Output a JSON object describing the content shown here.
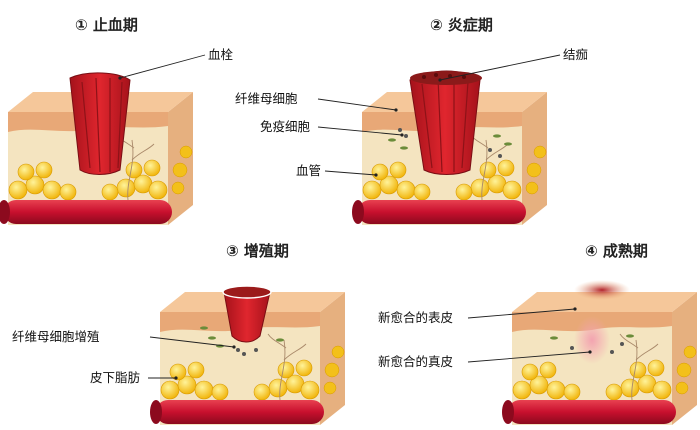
{
  "stages": [
    {
      "title": "① 止血期",
      "labels": [
        "血栓"
      ]
    },
    {
      "title": "② 炎症期",
      "labels": [
        "结痂",
        "纤维母细胞",
        "免疫细胞",
        "血管"
      ]
    },
    {
      "title": "③ 增殖期",
      "labels": [
        "纤维母细胞增殖",
        "皮下脂肪"
      ]
    },
    {
      "title": "④ 成熟期",
      "labels": [
        "新愈合的表皮",
        "新愈合的真皮"
      ]
    }
  ],
  "colors": {
    "skin_top": "#f5c79a",
    "epidermis": "#e8a877",
    "dermis": "#f4e4c0",
    "fat": "#f7c51e",
    "side_shade": "#e8b888",
    "vessel": "#c8102e",
    "clot": "#d4202a",
    "scab": "#8b1a1a"
  }
}
